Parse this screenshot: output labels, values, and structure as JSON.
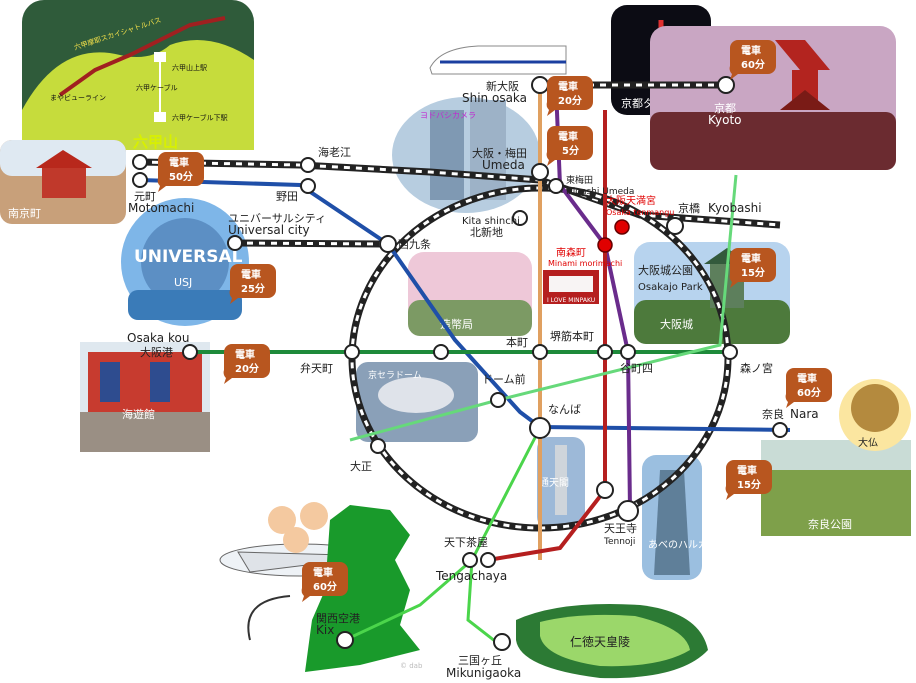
{
  "stations": {
    "shin_osaka": {
      "ja": "新大阪",
      "en": "Shin osaka"
    },
    "umeda": {
      "ja": "大阪・梅田",
      "en": "Umeda"
    },
    "higashi_umeda": {
      "ja": "東梅田",
      "en": "Higashi Umeda"
    },
    "kita_shinchi": {
      "ja": "北新地",
      "en": "Kita shinchi"
    },
    "osaka_tenmangu": {
      "ja": "大阪天満宮",
      "en": "Osaka tenmangu"
    },
    "kyobashi": {
      "ja": "京橋",
      "en": "Kyobashi"
    },
    "minami_morimachi": {
      "ja": "南森町",
      "en": "Minami morimachi"
    },
    "ebie": {
      "ja": "海老江"
    },
    "noda": {
      "ja": "野田"
    },
    "motomachi": {
      "ja": "元町",
      "en": "Motomachi"
    },
    "universal_city": {
      "ja": "ユニバーサルシティ",
      "en": "Universal city"
    },
    "nishikujo": {
      "ja": "西九条"
    },
    "osakakou": {
      "ja": "大阪港",
      "en": "Osaka kou"
    },
    "bentencho": {
      "ja": "弁天町"
    },
    "honmachi": {
      "ja": "本町"
    },
    "sakaisuji_honmachi": {
      "ja": "堺筋本町"
    },
    "tanimachi4": {
      "ja": "谷町四"
    },
    "morinomiya": {
      "ja": "森ノ宮"
    },
    "osakajo_koen": {
      "ja": "大阪城公園",
      "en": "Osakajo Park"
    },
    "dome_mae": {
      "ja": "ドーム前"
    },
    "namba": {
      "ja": "なんば"
    },
    "taisho": {
      "ja": "大正"
    },
    "nara": {
      "ja": "奈良",
      "en": "Nara"
    },
    "tennoji": {
      "ja": "天王寺",
      "en": "Tennoji"
    },
    "tengachaya": {
      "ja": "天下茶屋",
      "en": "Tengachaya"
    },
    "kansai_airport": {
      "ja": "関西空港",
      "en": "Kix"
    },
    "mikunigaoka": {
      "ja": "三国ヶ丘",
      "en": "Mikunigaoka"
    },
    "kyoto": {
      "ja": "京都",
      "en": "Kyoto"
    }
  },
  "badges": {
    "shin_osaka": {
      "top": "電車",
      "bottom": "20分"
    },
    "umeda": {
      "top": "電車",
      "bottom": "5分"
    },
    "kyoto": {
      "top": "電車",
      "bottom": "60分"
    },
    "rokko": {
      "top": "電車",
      "bottom": "50分"
    },
    "usj": {
      "top": "電車",
      "bottom": "25分"
    },
    "osakakou": {
      "top": "電車",
      "bottom": "20分"
    },
    "osakajo": {
      "top": "電車",
      "bottom": "15分"
    },
    "nara": {
      "top": "電車",
      "bottom": "60分"
    },
    "nara_park": {
      "top": "電車",
      "bottom": "15分"
    },
    "kix": {
      "top": "電車",
      "bottom": "60分"
    }
  },
  "photos": {
    "rokko": "六甲山",
    "nankinmachi": "南京町",
    "usj": "USJ",
    "usj_sign": "UNIVERSAL",
    "kaiyukan": "海遊館",
    "kyocera_dome": "京セラドーム",
    "yodobashi": "ヨドバシカメラ",
    "kyoto_tower": "京都タワー",
    "zouheikyoku": "造幣局",
    "osaka_castle": "大阪城",
    "tsutenkaku": "通天閣",
    "abeno_harukas": "あべのハルカス",
    "nara_park": "奈良公園",
    "daibutsu": "大仏",
    "nintoku": "仁徳天皇陵",
    "minpaku_sign": "I LOVE MINPAKU"
  },
  "rokko_inset": {
    "skyshuttle": "六甲摩耶スカイシャトルバス",
    "top_station": "六甲山上駅",
    "cable": "六甲ケーブル",
    "bottom_station": "六甲ケーブル下駅",
    "maya_line": "まやビューライン"
  },
  "credit": "© dab",
  "colors": {
    "jr_loop": "#222222",
    "midosuji": "#e0a060",
    "tanimachi": "#6a2c8c",
    "sakaisuji": "#b51f1f",
    "hankyu": "#1f4fa8",
    "chuo": "#1e8a3a",
    "nankai": "#4bd54b",
    "badge": "#b8561f",
    "pin": "#e00000"
  }
}
